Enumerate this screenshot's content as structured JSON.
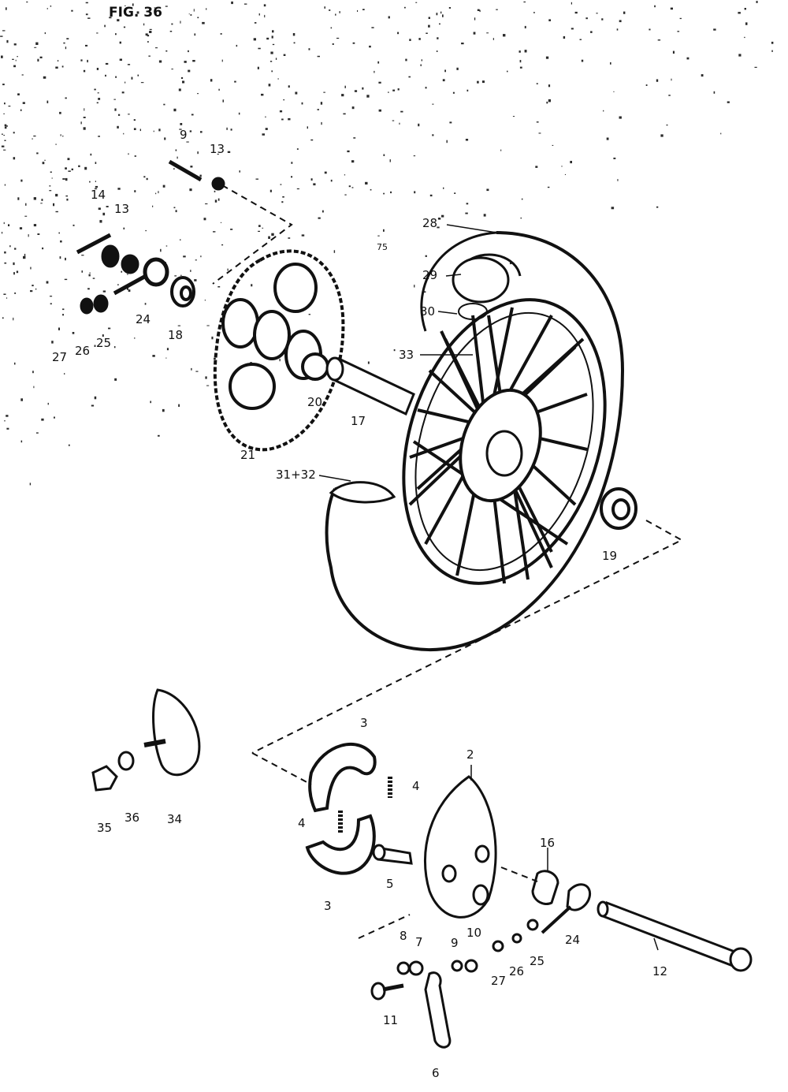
{
  "figure": {
    "title": "FIG. 36"
  },
  "colors": {
    "ink": "#111111",
    "paper": "#ffffff",
    "speckle": "#2a2a2a"
  },
  "callouts": {
    "c1": "9",
    "c2": "13",
    "c3": "14",
    "c4": "13",
    "c5": "24",
    "c6": "18",
    "c7": "27",
    "c8": "26",
    "c9": "25",
    "c10": "21",
    "c11": "20",
    "c12": "17",
    "c13": "28",
    "c14": "75",
    "c15": "29",
    "c16": "30",
    "c17": "33",
    "c18": "31+32",
    "c19": "19",
    "c20": "3",
    "c21": "4",
    "c22": "4",
    "c23": "3",
    "c24": "5",
    "c25": "2",
    "c26": "16",
    "c27": "24",
    "c28": "12",
    "c29": "8",
    "c30": "7",
    "c31": "9",
    "c32": "10",
    "c33": "27",
    "c34": "26",
    "c35": "25",
    "c36": "11",
    "c37": "6",
    "c38": "35",
    "c39": "36",
    "c40": "34"
  }
}
